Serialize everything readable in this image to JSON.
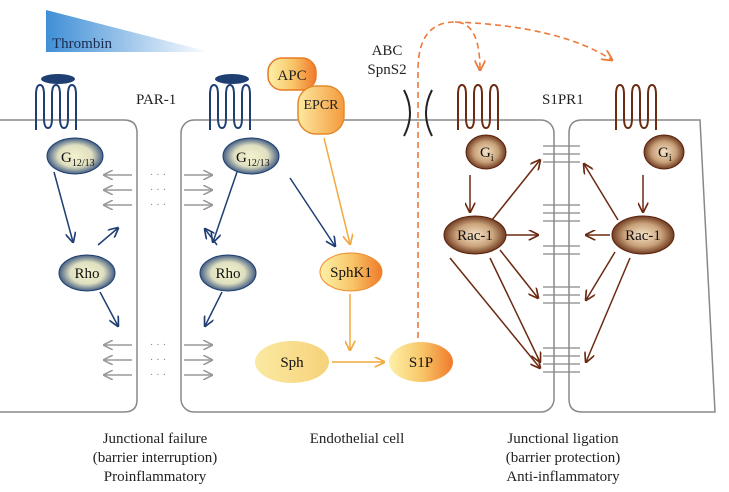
{
  "thrombin": "Thrombin",
  "par1": "PAR-1",
  "apc": "APC",
  "epcr": "EPCR",
  "abc": "ABC",
  "spns2": "SpnS2",
  "s1pr1": "S1PR1",
  "g1213_main": "G",
  "g1213_sub": "12/13",
  "gi_main": "G",
  "gi_sub": "i",
  "rho": "Rho",
  "rac1": "Rac-1",
  "sphk1": "SphK1",
  "sph": "Sph",
  "s1p": "S1P",
  "dots": "· · ·",
  "captions": {
    "left": [
      "Junctional failure",
      "(barrier interruption)",
      "Proinflammatory"
    ],
    "center": [
      "Endothelial cell"
    ],
    "right": [
      "Junctional ligation",
      "(barrier protection)",
      "Anti-inflammatory"
    ]
  },
  "colors": {
    "blue_dark": "#1f3f73",
    "blue_fill": "#eef0d2",
    "brown_dark": "#6b2a12",
    "orange": "#f08a2c",
    "yellow": "#f5d77a",
    "cell_line": "#888888"
  }
}
